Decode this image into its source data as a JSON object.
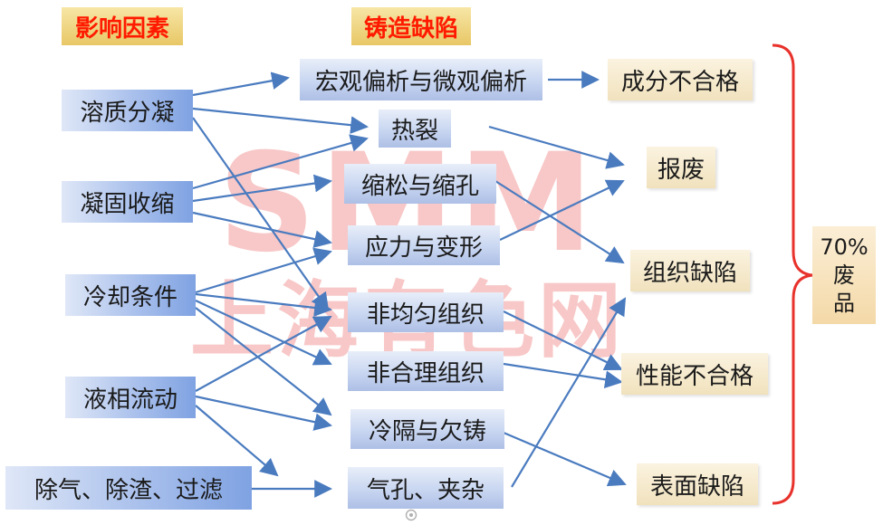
{
  "headers": {
    "factors": "影响因素",
    "defects": "铸造缺陷"
  },
  "causes": [
    "溶质分凝",
    "凝固收缩",
    "冷却条件",
    "液相流动",
    "除气、除渣、过滤"
  ],
  "defects": [
    "宏观偏析与微观偏析",
    "热裂",
    "缩松与缩孔",
    "应力与变形",
    "非均匀组织",
    "非合理组织",
    "冷隔与欠铸",
    "气孔、夹杂"
  ],
  "results": [
    "成分不合格",
    "报废",
    "组织缺陷",
    "性能不合格",
    "表面缺陷"
  ],
  "waste": {
    "percent": "70%",
    "line1": "废",
    "line2": "品"
  },
  "watermark": {
    "top": "SMM",
    "bottom": "上海有色网"
  },
  "colors": {
    "arrow": "#4a7bbf",
    "header_text": "#ff1a00",
    "bracket": "#e8322c"
  }
}
